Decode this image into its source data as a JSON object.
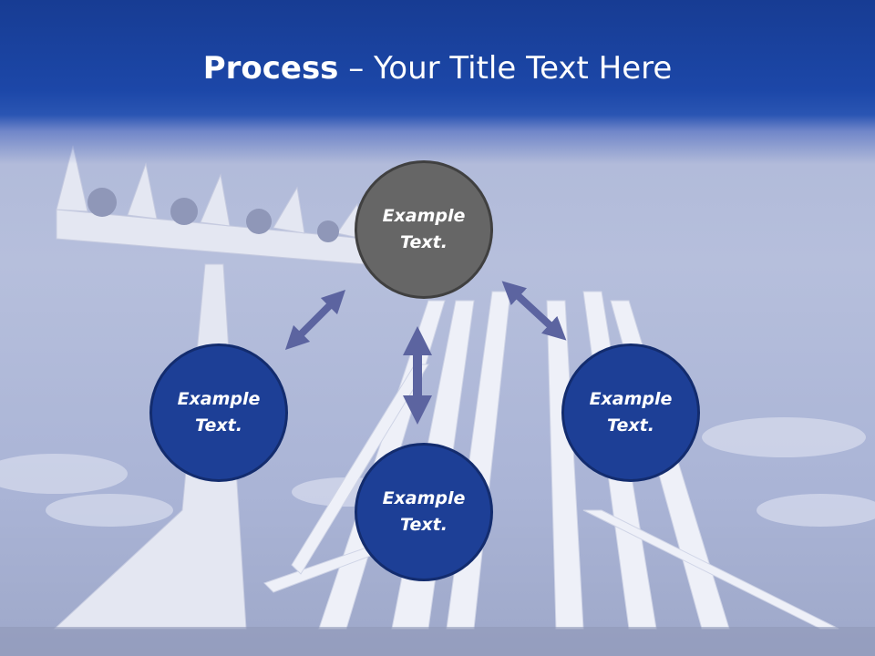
{
  "title": {
    "bold": "Process",
    "rest": " – Your Title Text Here"
  },
  "nodes": {
    "top": "Example Text.",
    "left": "Example Text.",
    "right": "Example Text.",
    "bottom": "Example Text."
  },
  "colors": {
    "header": "#1c47a8",
    "node_blue": "#1d3f96",
    "node_gray": "#666666",
    "arrow": "#5c64a0"
  }
}
